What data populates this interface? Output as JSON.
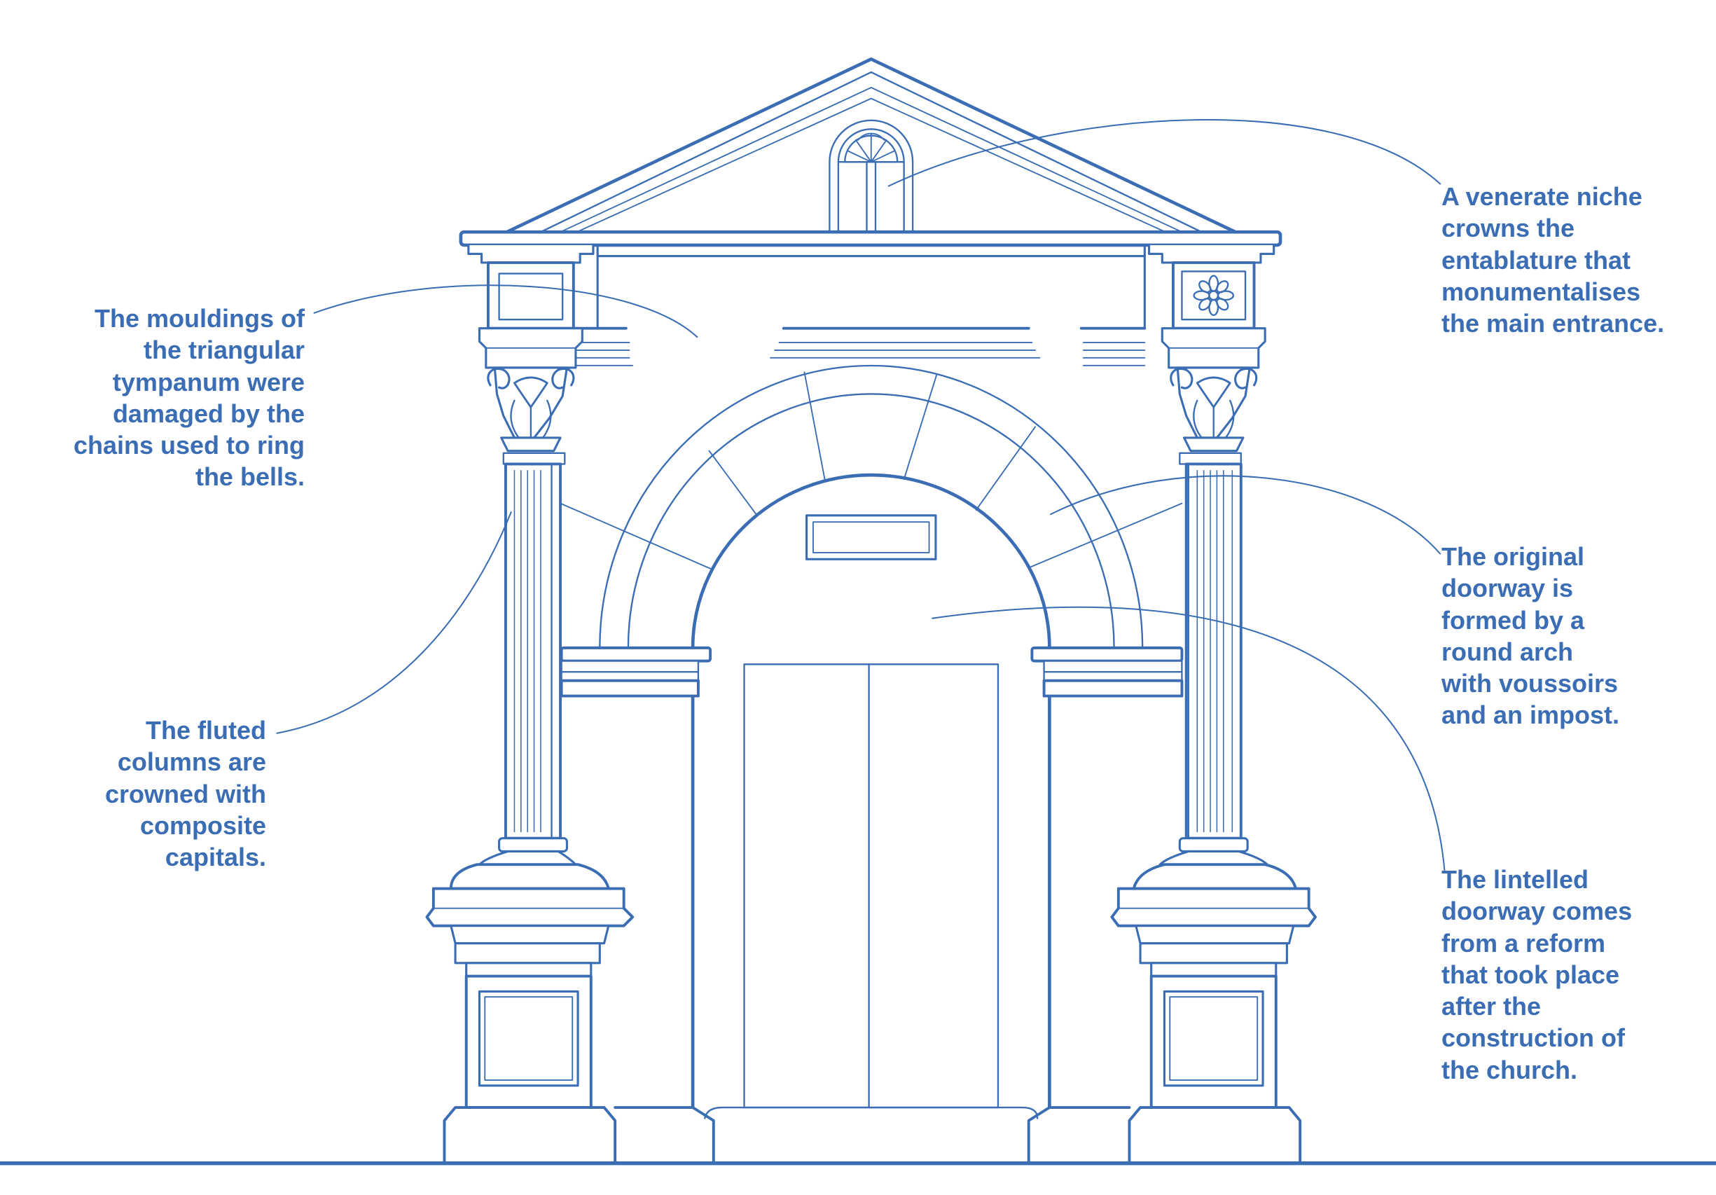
{
  "colors": {
    "line": "#3a6db3",
    "text": "#3a6db3",
    "background": "#ffffff"
  },
  "annotations": {
    "mouldings": "The mouldings of\nthe triangular\ntympanum were\ndamaged by the\nchains used to ring\nthe bells.",
    "columns": "The fluted\ncolumns are\ncrowned with\ncomposite\ncapitals.",
    "niche": "A venerate niche\ncrowns the\nentablature that\nmonumentalises\nthe main entrance.",
    "arch": "The original\ndoorway is\nformed by a\nround arch\nwith voussoirs\nand an impost.",
    "lintel": "The lintelled\ndoorway comes\nfrom a reform\nthat took place\nafter the\nconstruction of\nthe church."
  }
}
